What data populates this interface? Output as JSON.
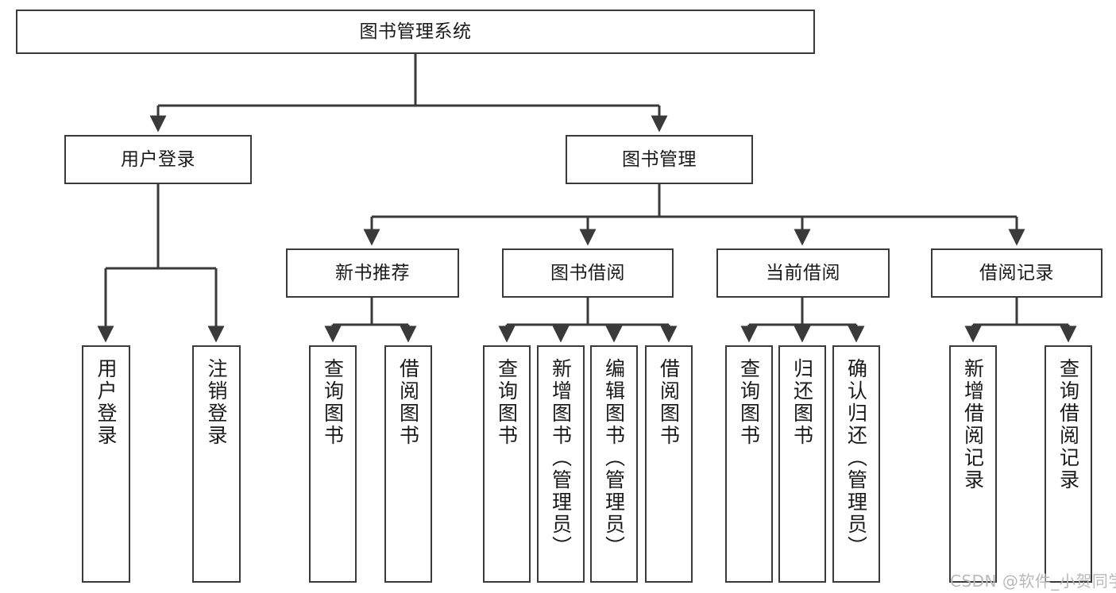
{
  "diagram": {
    "title": "图书管理系统",
    "type": "functional-hierarchy-tree",
    "style": {
      "box_border_color": "#3a3a3a",
      "box_fill_color": "#ffffff",
      "line_color": "#3a3a3a",
      "text_color": "#1a1a1a",
      "background_color": "#ffffff",
      "watermark_color": "#b9b9b9"
    },
    "root": {
      "id": "root",
      "label": "图书管理系统",
      "level": 0
    },
    "level1": [
      {
        "id": "user-login",
        "label": "用户登录",
        "level": 1
      },
      {
        "id": "book-manage",
        "label": "图书管理",
        "level": 1
      }
    ],
    "level2": [
      {
        "id": "new-book-recommend",
        "label": "新书推荐",
        "level": 2,
        "parent": "book-manage"
      },
      {
        "id": "book-borrow",
        "label": "图书借阅",
        "level": 2,
        "parent": "book-manage"
      },
      {
        "id": "current-borrow",
        "label": "当前借阅",
        "level": 2,
        "parent": "book-manage"
      },
      {
        "id": "borrow-record",
        "label": "借阅记录",
        "level": 2,
        "parent": "book-manage"
      }
    ],
    "leaves": [
      {
        "id": "leaf-user-login",
        "label": "用户登录",
        "parent": "user-login"
      },
      {
        "id": "leaf-logout-login",
        "label": "注销登录",
        "parent": "user-login"
      },
      {
        "id": "leaf-query-book-1",
        "label": "查询图书",
        "parent": "new-book-recommend"
      },
      {
        "id": "leaf-borrow-book-1",
        "label": "借阅图书",
        "parent": "new-book-recommend"
      },
      {
        "id": "leaf-query-book-2",
        "label": "查询图书",
        "parent": "book-borrow"
      },
      {
        "id": "leaf-add-book",
        "label": "新增图书（管理员）",
        "parent": "book-borrow"
      },
      {
        "id": "leaf-edit-book",
        "label": "编辑图书（管理员）",
        "parent": "book-borrow"
      },
      {
        "id": "leaf-borrow-book-2",
        "label": "借阅图书",
        "parent": "book-borrow"
      },
      {
        "id": "leaf-query-book-3",
        "label": "查询图书",
        "parent": "current-borrow"
      },
      {
        "id": "leaf-return-book",
        "label": "归还图书",
        "parent": "current-borrow"
      },
      {
        "id": "leaf-confirm-return",
        "label": "确认归还（管理员）",
        "parent": "current-borrow"
      },
      {
        "id": "leaf-add-record",
        "label": "新增借阅记录",
        "parent": "borrow-record"
      },
      {
        "id": "leaf-query-record",
        "label": "查询借阅记录",
        "parent": "borrow-record"
      }
    ],
    "watermark": "CSDN @软件_小贺同学"
  }
}
